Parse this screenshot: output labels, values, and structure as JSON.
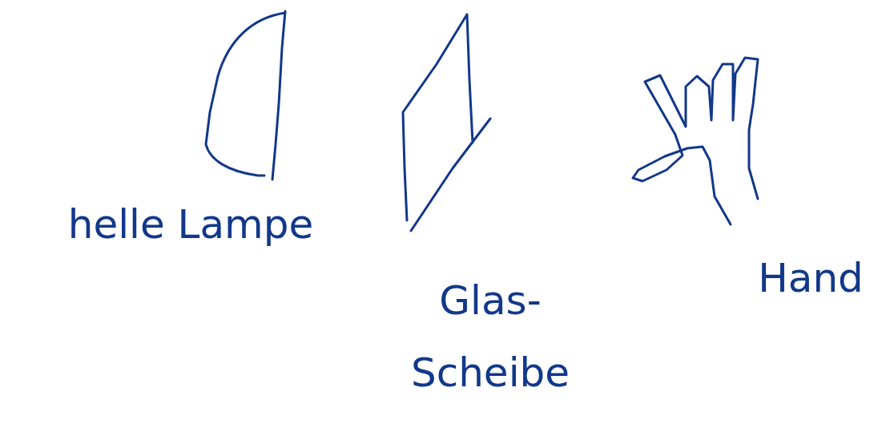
{
  "diagram": {
    "labels": [
      "helle Lampe",
      "Glas- Scheibe",
      "Hand"
    ]
  }
}
